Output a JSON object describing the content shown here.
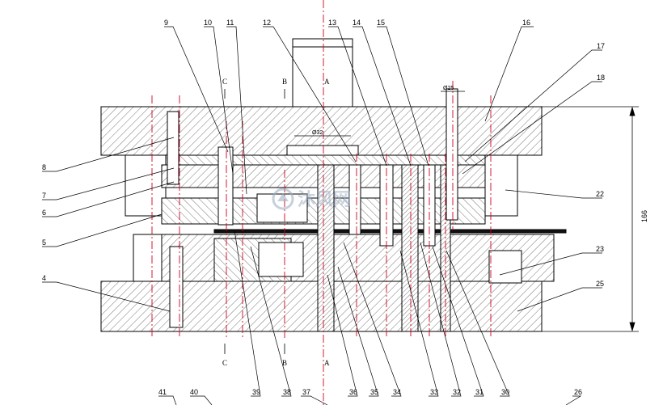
{
  "part_numbers": {
    "top": [
      "9",
      "10",
      "11",
      "12",
      "13",
      "14",
      "15",
      "16",
      "17",
      "18"
    ],
    "left": [
      "8",
      "7",
      "6",
      "5",
      "4"
    ],
    "right": [
      "22",
      "23",
      "25"
    ],
    "bottom": [
      "41",
      "40",
      "39",
      "38",
      "37",
      "36",
      "35",
      "34",
      "33",
      "32",
      "31",
      "30",
      "26"
    ]
  },
  "section_marks": {
    "top": [
      "C",
      "B",
      "A"
    ],
    "bottom": [
      "C",
      "B",
      "A"
    ]
  },
  "dimensions": {
    "overall_height": "166",
    "shank_diameter": "Ø32",
    "pin_diameter": "Ø25"
  },
  "watermark": {
    "text": "沐风网",
    "icon": "mufeng-logo-icon"
  },
  "colors": {
    "outline": "#000000",
    "centerline": "#d0021b",
    "hatch": "#444444",
    "watermark": "#9fb0c4"
  }
}
